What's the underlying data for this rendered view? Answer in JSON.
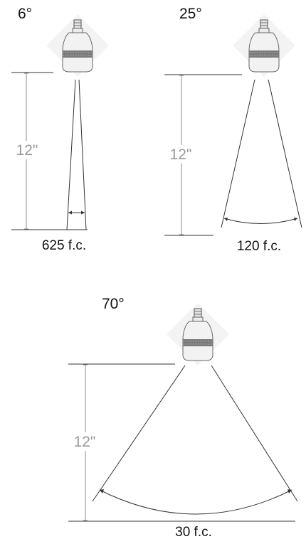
{
  "diagrams": [
    {
      "angle": "6°",
      "distance": "12\"",
      "illuminance": "625 f.c."
    },
    {
      "angle": "25°",
      "distance": "12\"",
      "illuminance": "120 f.c."
    },
    {
      "angle": "70°",
      "distance": "12\"",
      "illuminance": "30 f.c."
    }
  ],
  "colors": {
    "line": "#333333",
    "dim": "#888888",
    "diamond": "#f3f3f3",
    "lamp_band": "#777777"
  }
}
